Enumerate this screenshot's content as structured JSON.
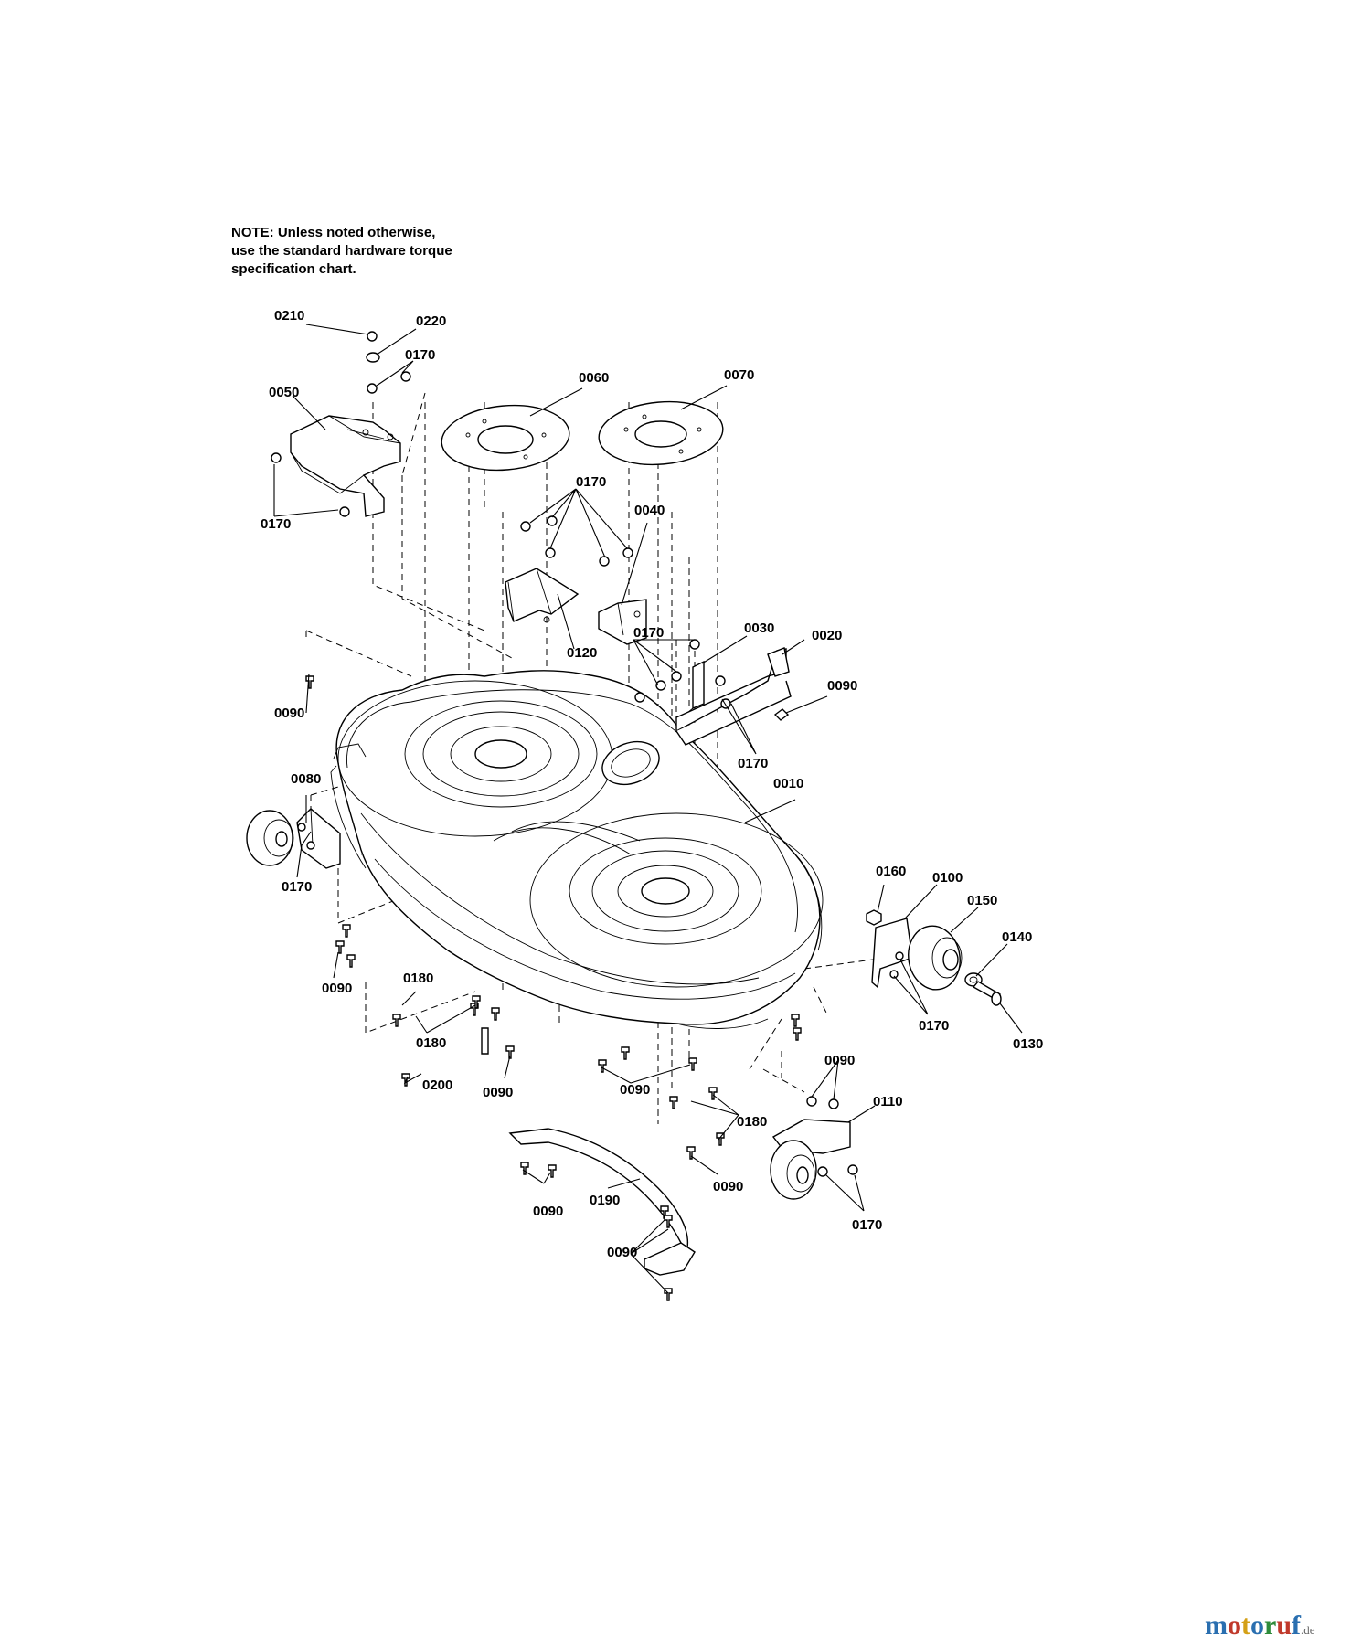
{
  "note": {
    "line1": "NOTE: Unless noted otherwise,",
    "line2": "use the standard hardware torque",
    "line3": "specification chart."
  },
  "labels": {
    "p0210": "0210",
    "p0220": "0220",
    "p0170_a": "0170",
    "p0050": "0050",
    "p0170_b": "0170",
    "p0060": "0060",
    "p0070": "0070",
    "p0170_c": "0170",
    "p0040": "0040",
    "p0120": "0120",
    "p0170_d": "0170",
    "p0030": "0030",
    "p0020": "0020",
    "p0090_a": "0090",
    "p0090_b": "0090",
    "p0170_e": "0170",
    "p0010": "0010",
    "p0080": "0080",
    "p0170_f": "0170",
    "p0160": "0160",
    "p0100": "0100",
    "p0150": "0150",
    "p0140": "0140",
    "p0170_g": "0170",
    "p0130": "0130",
    "p0090_c": "0090",
    "p0180_a": "0180",
    "p0180_b": "0180",
    "p0200": "0200",
    "p0090_d": "0090",
    "p0090_e": "0090",
    "p0090_f": "0090",
    "p0180_c": "0180",
    "p0110": "0110",
    "p0090_g": "0090",
    "p0190": "0190",
    "p0090_h": "0090",
    "p0090_i": "0090",
    "p0170_h": "0170"
  },
  "watermark": {
    "m1": "m",
    "o1": "o",
    "t": "t",
    "o2": "o",
    "r": "r",
    "u": "u",
    "f": "f",
    "tld": ".de"
  },
  "colors": {
    "ink": "#000000",
    "paper": "#ffffff",
    "wm_m": "#2a6fb0",
    "wm_o1": "#c0392b",
    "wm_t": "#d4a017",
    "wm_o2": "#2a6fb0",
    "wm_r": "#2e8b3a",
    "wm_u": "#c0392b",
    "wm_f": "#2a6fb0"
  }
}
